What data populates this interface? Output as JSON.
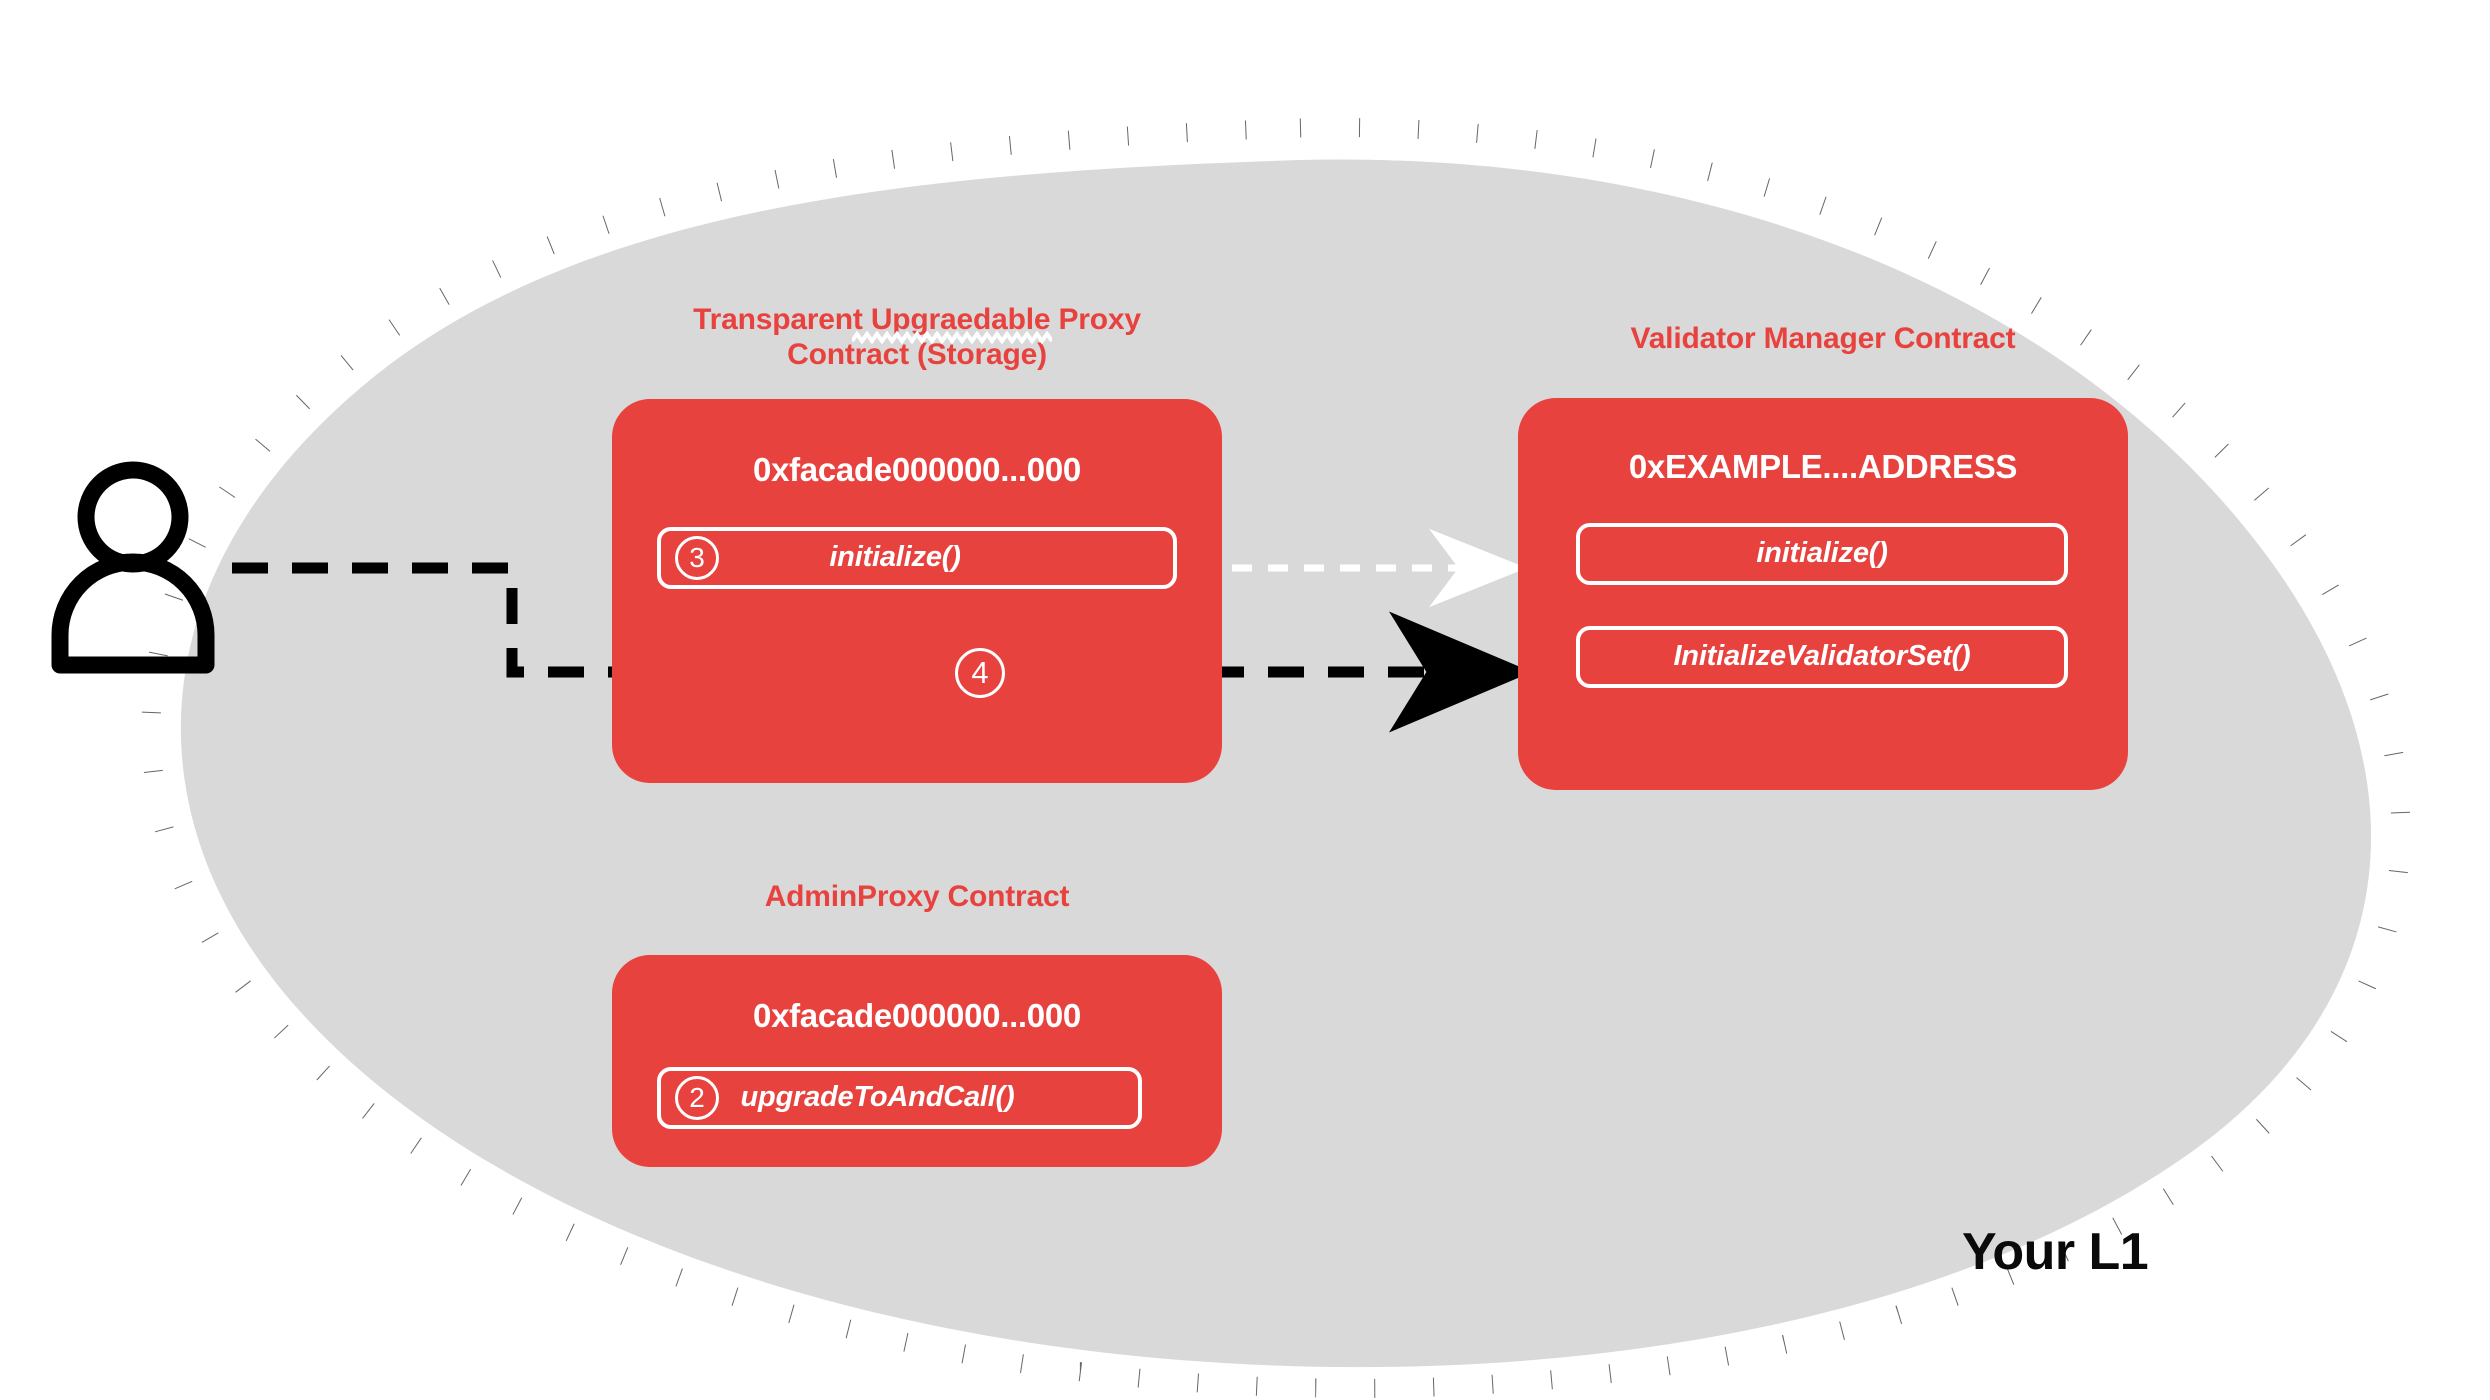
{
  "environment": {
    "label": "Your L1",
    "fill_color": "#d9d9d9",
    "border_color": "#666666",
    "border_style": "dotted"
  },
  "actor": {
    "name": "user",
    "icon": "person-icon"
  },
  "palette": {
    "contract_red": "#e8423f",
    "title_red": "#e8423f",
    "text_white": "#ffffff",
    "wire_black": "#000000",
    "wire_white": "#ffffff",
    "env_gray": "#d9d9d9",
    "dot_gray": "#666666"
  },
  "contracts": [
    {
      "id": "transparent-upgradeable-proxy",
      "title": "Transparent Upgraedable Proxy\nContract (Storage)",
      "title_misspelled_word": "Upgraedable",
      "address": "0xfacade000000...000",
      "methods": [
        {
          "id": "proxy-initialize",
          "label": "initialize()",
          "step": "3"
        }
      ],
      "floating_steps": [
        {
          "id": "proxy-step-4",
          "step": "4"
        }
      ]
    },
    {
      "id": "validator-manager",
      "title": "Validator Manager Contract",
      "address": "0xEXAMPLE....ADDRESS",
      "methods": [
        {
          "id": "vm-initialize",
          "label": "initialize()",
          "step": null
        },
        {
          "id": "vm-initialize-validator-set",
          "label": "InitializeValidatorSet()",
          "step": null
        }
      ],
      "floating_steps": []
    },
    {
      "id": "admin-proxy",
      "title": "AdminProxy  Contract",
      "address": "0xfacade000000...000",
      "methods": [
        {
          "id": "admin-upgrade-to-and-call",
          "label": "upgradeToAndCall()",
          "step": "2"
        }
      ],
      "floating_steps": []
    }
  ],
  "connections": [
    {
      "id": "user-to-proxy-initialize",
      "from": "user",
      "to": "proxy-initialize",
      "style": "dashed",
      "color": "#000000",
      "arrowhead": false
    },
    {
      "id": "proxy-initialize-to-vm-initialize",
      "from": "proxy-initialize",
      "to": "vm-initialize",
      "style": "dashed",
      "color": "#ffffff",
      "arrowhead": true
    },
    {
      "id": "user-to-vm-initialize-validator-set",
      "from": "user",
      "to": "vm-initialize-validator-set",
      "style": "dashed",
      "color": "#000000",
      "arrowhead": true
    }
  ]
}
